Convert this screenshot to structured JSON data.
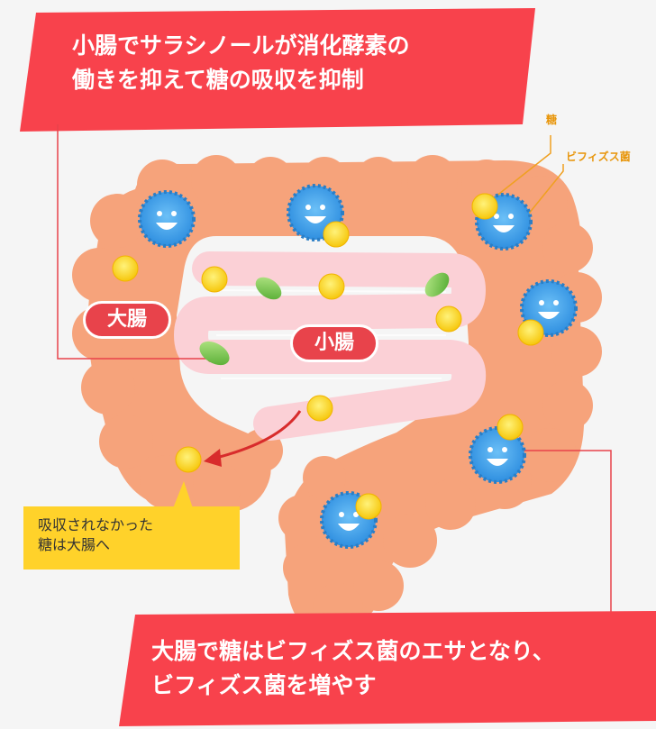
{
  "top_banner": {
    "line1": "小腸でサラシノールが消化酵素の",
    "line2": "働きを抑えて糖の吸収を抑制"
  },
  "labels": {
    "large_intestine": "大腸",
    "small_intestine": "小腸",
    "sugar": "糖",
    "bifidobacteria": "ビフィズス菌"
  },
  "callout": {
    "line1": "吸収されなかった",
    "line2": "糖は大腸へ"
  },
  "bottom_banner": {
    "line1": "大腸で糖はビフィズス菌のエサとなり、",
    "line2": "ビフィズス菌を増やす"
  },
  "colors": {
    "banner_red": "#f8424c",
    "large_intestine": "#f6a37b",
    "small_intestine": "#fbd0d6",
    "sugar": "#ffd21f",
    "bacteria": "#3fa0ec",
    "leaf": "#7cc84c",
    "callout": "#ffd22a",
    "annotation": "#f0a020"
  }
}
